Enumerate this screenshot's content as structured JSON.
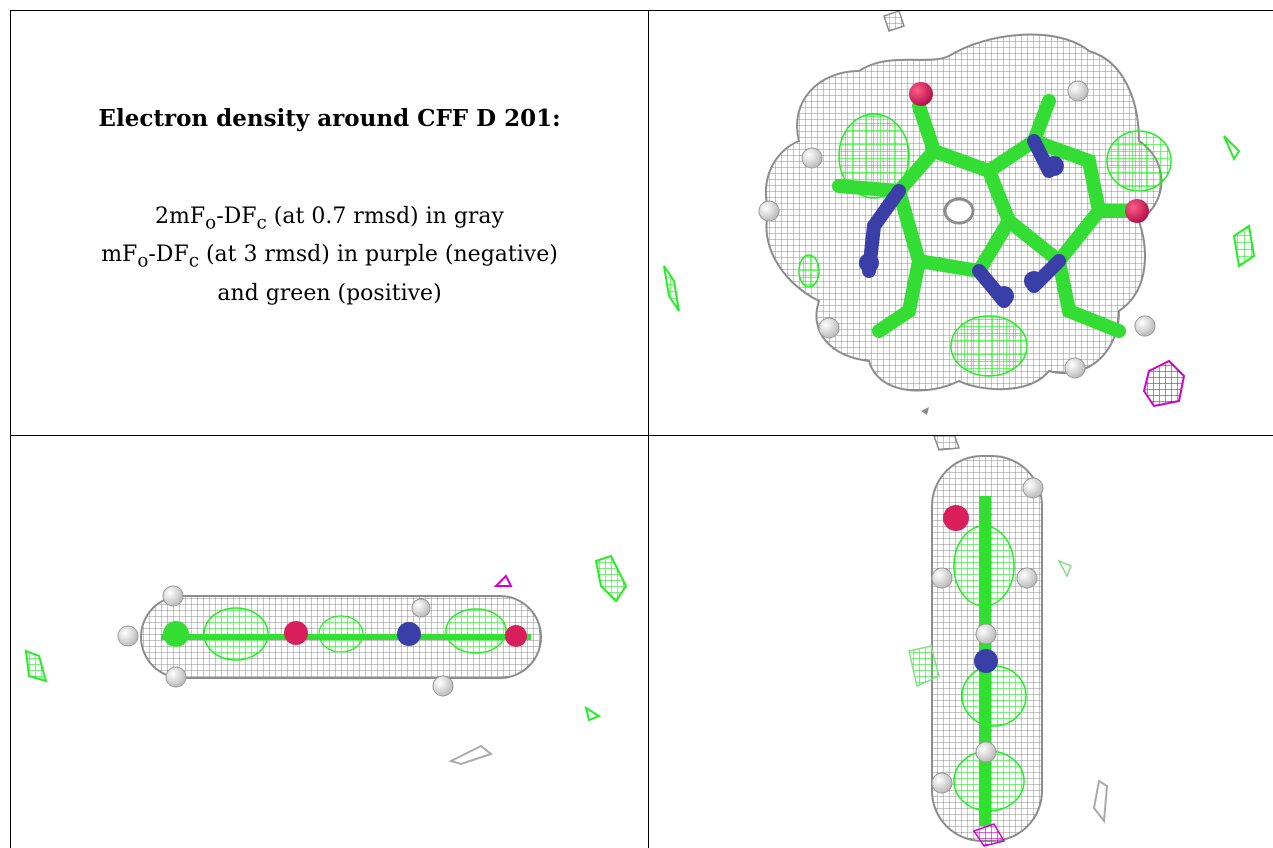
{
  "text_panel": {
    "title": "Electron density around CFF D 201:",
    "line1": {
      "prefix": "2mF",
      "sub1": "o",
      "mid": "-DF",
      "sub2": "c",
      "suffix": " (at 0.7 rmsd) in gray"
    },
    "line2": {
      "prefix": "mF",
      "sub1": "o",
      "mid": "-DF",
      "sub2": "c",
      "suffix": " (at 3 rmsd) in purple (negative)"
    },
    "line3": "and green (positive)"
  },
  "colors": {
    "mesh_gray": "#9a9a9a",
    "positive_green": "#22ee22",
    "negative_purple": "#d000d0",
    "nitrogen_blue": "#3a3fa8",
    "oxygen_red": "#d81f5c",
    "hydrogen_white": "#e8e8e8"
  },
  "panels": [
    "top-view",
    "side-view",
    "end-view"
  ]
}
